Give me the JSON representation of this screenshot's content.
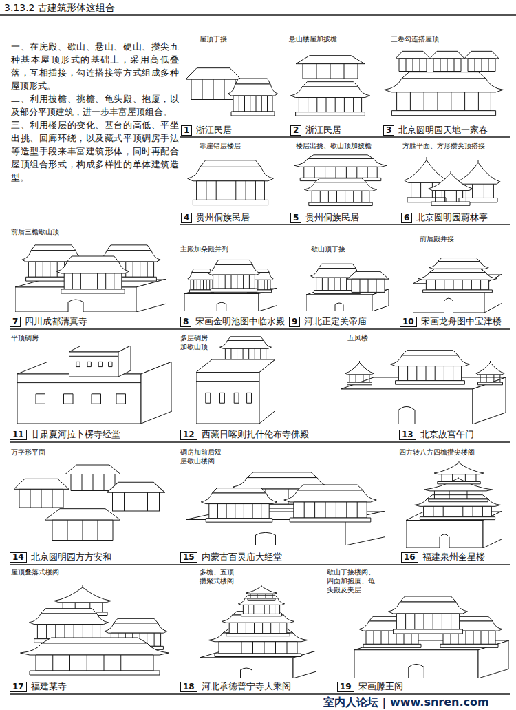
{
  "diagram": {
    "title": "3.13.2 古建筑形体这组合",
    "nodes": [
      {
        "text": [
          "1",
          "浙江民居"
        ]
      },
      {
        "text": [
          "2",
          "浙江民居"
        ]
      },
      {
        "text": [
          "3",
          "北京圆明园天地一家春"
        ]
      },
      {
        "text": [
          "4",
          "贵州侗族民居"
        ]
      },
      {
        "text": [
          "5",
          "贵州侗族民居"
        ]
      },
      {
        "text": [
          "6",
          "北京圆明园蔚林亭"
        ]
      },
      {
        "text": [
          "7",
          "四川成都清真寺"
        ]
      },
      {
        "text": [
          "8",
          "宋画金明池图中临水殿"
        ]
      },
      {
        "text": [
          "9",
          "河北正定关帝庙"
        ]
      },
      {
        "text": [
          "10",
          "宋画龙舟图中宝津楼"
        ]
      },
      {
        "text": [
          "11",
          "甘肃夏河拉卜楞寺经堂"
        ]
      },
      {
        "text": [
          "12",
          "西藏日喀则扎什伦布寺佛殿"
        ]
      },
      {
        "text": [
          "13",
          "北京故宫午门"
        ]
      },
      {
        "text": [
          "14",
          "北京圆明园方方安和"
        ]
      },
      {
        "text": [
          "15",
          "内蒙古百灵庙大经堂"
        ]
      },
      {
        "text": [
          "16",
          "福建泉州奎星楼"
        ]
      },
      {
        "text": [
          "17",
          "福建某寺"
        ]
      },
      {
        "text": [
          "18",
          "河北承德普宁寺大乘阁"
        ]
      },
      {
        "text": [
          "19",
          "宋画滕王阁"
        ]
      }
    ],
    "labels": [
      "一、在庑殿、歇山、悬山、硬山、攒尖五种基本屋顶形式的基础上，采用高低叠落，互相插接，勾连搭接等方式组成多种屋顶形式。",
      "二、利用披檐、挑檐、龟头殿、抱厦，以及部分平顶建筑，进一步丰富屋顶组合。",
      "三、利用楼层的变化、基台的高低、平坐出挑、回廊环绕，以及藏式平顶碉房手法等造型手段来丰富建筑形体，同时再配合屋顶组合形式，构成多样性的单体建筑造型。",
      "屋顶丁接",
      "悬山楼屋加披檐",
      "三卷勾连搭屋顶",
      "靠崖错层楼层",
      "楼层出挑、歇山顶加披檐",
      "方胜平面、方形攒尖顶搭接",
      "前后三檐歇山顶",
      "主殿加朵殿并列",
      "歇山顶丁接",
      "前后殿并接",
      "平顶碉房",
      "多层碉房加歇山顶",
      "五凤楼",
      "万字形平面",
      "碉房加前后双层歇山楼阁",
      "四方转八方四檐攒尖楼阁",
      "屋顶叠落式楼阁",
      "多檐、五顶攒聚式楼阁",
      "歇山丁接楼阁、四面加抱厦、龟头殿及夹层",
      "室内人论坛 | www.snren.com"
    ]
  }
}
